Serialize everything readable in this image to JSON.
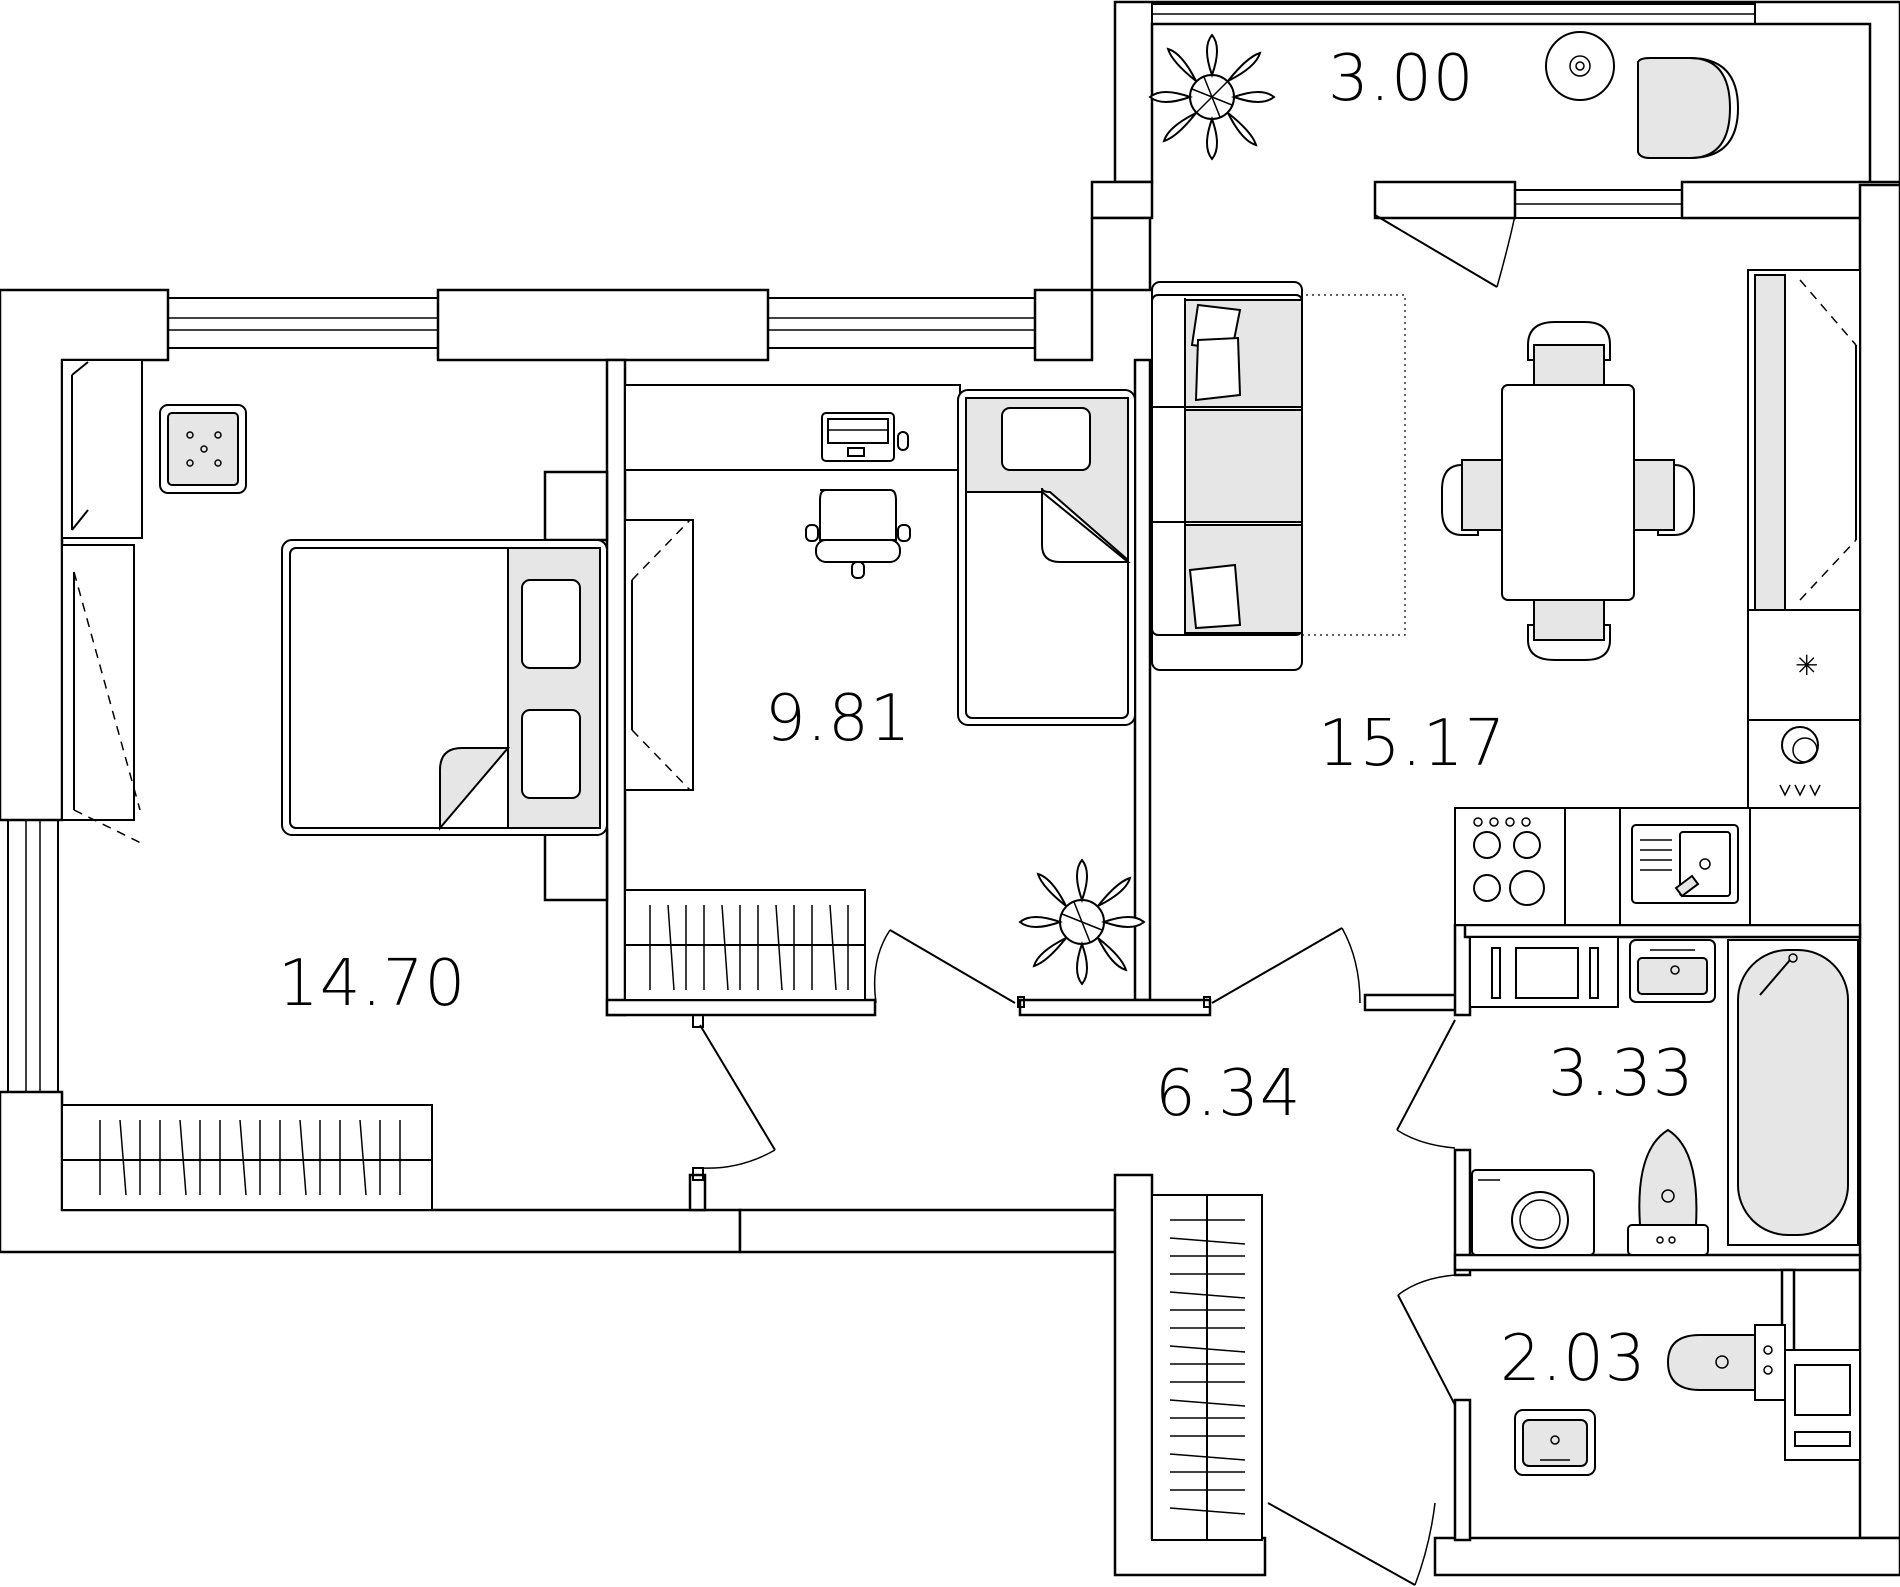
{
  "rooms": [
    {
      "id": "balcony",
      "area": "3.00"
    },
    {
      "id": "bedroom",
      "area": "14.70"
    },
    {
      "id": "kids-room",
      "area": "9.81"
    },
    {
      "id": "kitchen-living",
      "area": "15.17"
    },
    {
      "id": "hallway",
      "area": "6.34"
    },
    {
      "id": "bathroom",
      "area": "3.33"
    },
    {
      "id": "wc",
      "area": "2.03"
    }
  ],
  "colors": {
    "line": "#000000",
    "fill_grey": "#e6e6e6",
    "background": "#ffffff"
  },
  "icons": [
    "plant-icon",
    "armchair-icon",
    "double-bed-icon",
    "single-bed-icon",
    "desk-icon",
    "laptop-icon",
    "office-chair-icon",
    "sofa-icon",
    "dining-table-icon",
    "stove-icon",
    "sink-icon",
    "bathtub-icon",
    "toilet-icon",
    "washing-machine-icon",
    "wardrobe-icon"
  ]
}
